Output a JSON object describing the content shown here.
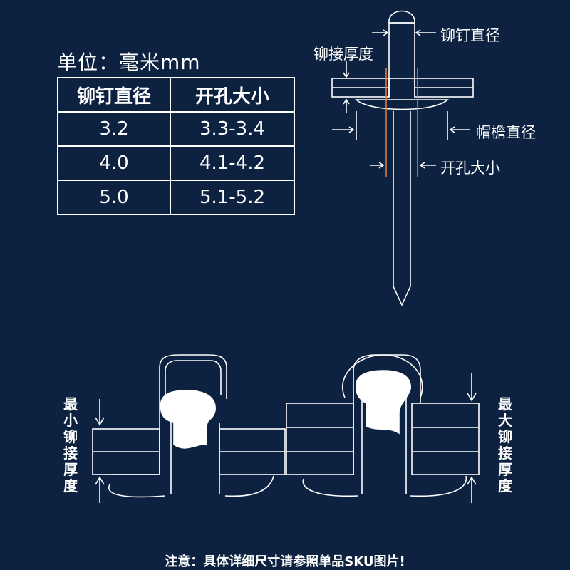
{
  "unit_label": "单位：毫米mm",
  "table": {
    "headers": [
      "铆钉直径",
      "开孔大小"
    ],
    "rows": [
      [
        "3.2",
        "3.3-3.4"
      ],
      [
        "4.0",
        "4.1-4.2"
      ],
      [
        "5.0",
        "5.1-5.2"
      ]
    ]
  },
  "diagram_labels": {
    "rivet_diameter": "铆钉直径",
    "rivet_thickness": "铆接厚度",
    "cap_diameter": "帽檐直径",
    "hole_size": "开孔大小",
    "min_thickness": "最小铆接厚度",
    "max_thickness": "最大铆接厚度"
  },
  "note": "注意：具体详细尺寸请参照单品SKU图片!",
  "colors": {
    "background": "#0d2240",
    "line": "#ffffff",
    "hole_marker": "#e07a3a"
  }
}
